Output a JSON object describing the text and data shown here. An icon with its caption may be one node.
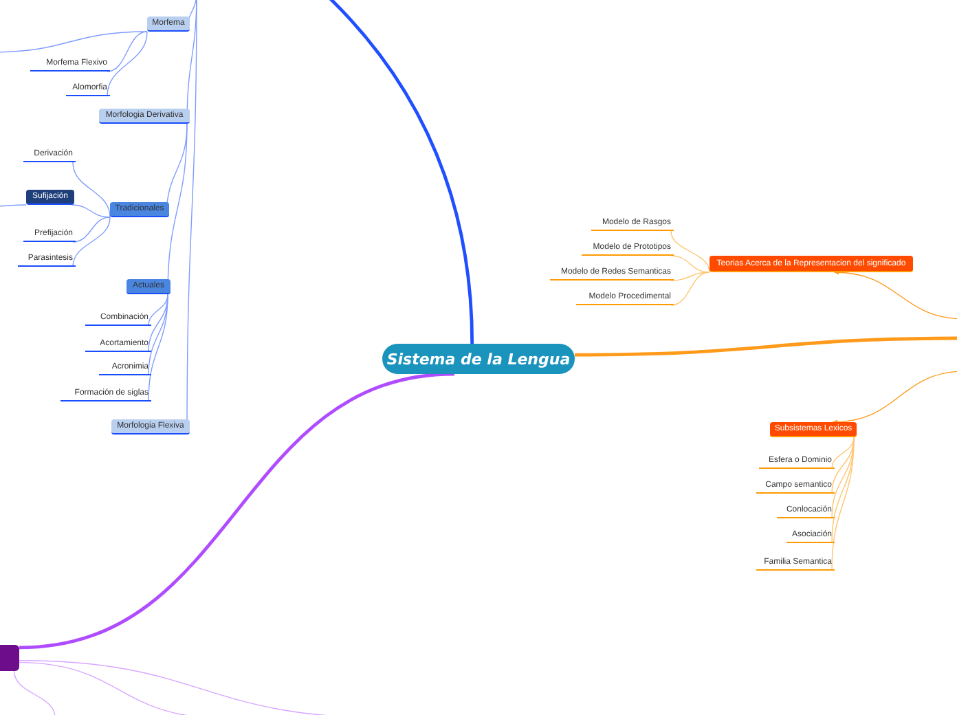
{
  "diagram": {
    "nodes": [
      {
        "text": [
          "Sistema de la Lengua"
        ]
      },
      {
        "text": [
          "Morfema"
        ]
      },
      {
        "text": [
          "Morfema Flexivo"
        ]
      },
      {
        "text": [
          "Alomorfia"
        ]
      },
      {
        "text": [
          "Morfologia Derivativa"
        ]
      },
      {
        "text": [
          "Tradicionales"
        ]
      },
      {
        "text": [
          "Derivación"
        ]
      },
      {
        "text": [
          "Sufijación"
        ]
      },
      {
        "text": [
          "Prefijación"
        ]
      },
      {
        "text": [
          "Parasintesis"
        ]
      },
      {
        "text": [
          "Actuales"
        ]
      },
      {
        "text": [
          "Combinación"
        ]
      },
      {
        "text": [
          "Acortamiento"
        ]
      },
      {
        "text": [
          "Acronimia"
        ]
      },
      {
        "text": [
          "Formación de siglas"
        ]
      },
      {
        "text": [
          "Morfologia Flexiva"
        ]
      },
      {
        "text": [
          "Teorias Acerca de la Representacion del significado"
        ]
      },
      {
        "text": [
          "Modelo de Rasgos"
        ]
      },
      {
        "text": [
          "Modelo de Prototipos"
        ]
      },
      {
        "text": [
          "Modelo de Redes Semanticas"
        ]
      },
      {
        "text": [
          "Modelo Procedimental"
        ]
      },
      {
        "text": [
          "Subsistemas Lexicos"
        ]
      },
      {
        "text": [
          "Esfera o Dominio"
        ]
      },
      {
        "text": [
          "Campo semantico"
        ]
      },
      {
        "text": [
          "Conlocación"
        ]
      },
      {
        "text": [
          "Asociación"
        ]
      },
      {
        "text": [
          "Familia Semantica"
        ]
      },
      {
        "text": [],
        "shape": "box"
      }
    ],
    "edges": [
      {
        "from": 0,
        "to": null,
        "arrow": "none",
        "style": "thick",
        "color": "#1f4fff"
      },
      {
        "from": null,
        "to": 1,
        "arrow": "none"
      },
      {
        "from": null,
        "to": 4,
        "arrow": "none"
      },
      {
        "from": null,
        "to": 15,
        "arrow": "none"
      },
      {
        "from": 1,
        "to": 2,
        "arrow": "none"
      },
      {
        "from": 1,
        "to": 3,
        "arrow": "none"
      },
      {
        "from": 4,
        "to": 5,
        "arrow": "none"
      },
      {
        "from": 4,
        "to": 10,
        "arrow": "none"
      },
      {
        "from": 5,
        "to": 6,
        "arrow": "none"
      },
      {
        "from": 5,
        "to": 7,
        "arrow": "none"
      },
      {
        "from": 5,
        "to": 8,
        "arrow": "none"
      },
      {
        "from": 5,
        "to": 9,
        "arrow": "none"
      },
      {
        "from": 10,
        "to": 11,
        "arrow": "none"
      },
      {
        "from": 10,
        "to": 12,
        "arrow": "none"
      },
      {
        "from": 10,
        "to": 13,
        "arrow": "none"
      },
      {
        "from": 10,
        "to": 14,
        "arrow": "none"
      },
      {
        "from": 7,
        "to": null,
        "arrow": "none"
      },
      {
        "from": 1,
        "to": null,
        "arrow": "none"
      },
      {
        "from": 0,
        "to": null,
        "arrow": "none",
        "style": "thick",
        "color": "#ff9a1a"
      },
      {
        "from": null,
        "to": 16,
        "arrow": "to",
        "color": "#ff9a1a"
      },
      {
        "from": null,
        "to": 21,
        "arrow": "to",
        "color": "#ff9a1a"
      },
      {
        "from": 16,
        "to": 17,
        "arrow": "none",
        "color": "#ffc470"
      },
      {
        "from": 16,
        "to": 18,
        "arrow": "none",
        "color": "#ffc470"
      },
      {
        "from": 16,
        "to": 19,
        "arrow": "none",
        "color": "#ffc470"
      },
      {
        "from": 16,
        "to": 20,
        "arrow": "none",
        "color": "#ffc470"
      },
      {
        "from": 21,
        "to": 22,
        "arrow": "none",
        "color": "#ffc470"
      },
      {
        "from": 21,
        "to": 23,
        "arrow": "none",
        "color": "#ffc470"
      },
      {
        "from": 21,
        "to": 24,
        "arrow": "none",
        "color": "#ffc470"
      },
      {
        "from": 21,
        "to": 25,
        "arrow": "none",
        "color": "#ffc470"
      },
      {
        "from": 21,
        "to": 26,
        "arrow": "none",
        "color": "#ffc470"
      },
      {
        "from": 0,
        "to": 27,
        "arrow": "none",
        "style": "thick",
        "color": "#b04cff"
      },
      {
        "from": 27,
        "to": null,
        "arrow": "none",
        "color": "#d9a6ff"
      },
      {
        "from": 27,
        "to": null,
        "arrow": "none",
        "color": "#d9a6ff"
      },
      {
        "from": 27,
        "to": null,
        "arrow": "none",
        "color": "#d9a6ff"
      }
    ]
  }
}
